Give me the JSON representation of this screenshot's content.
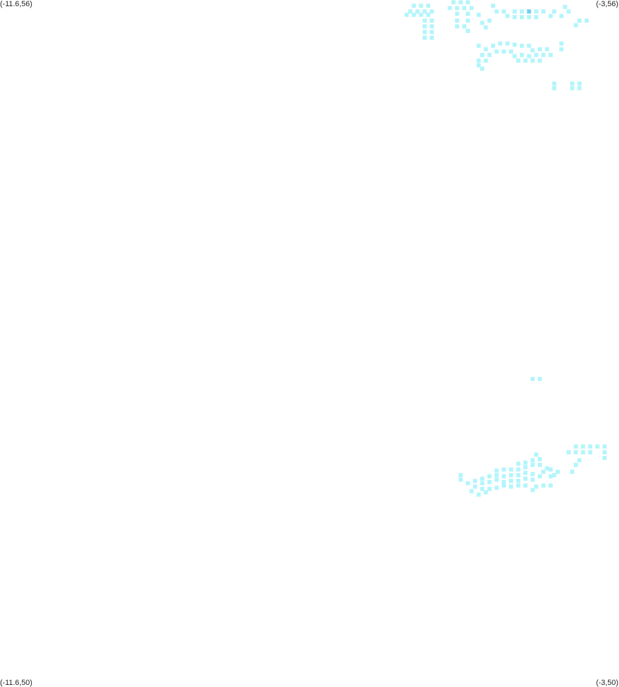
{
  "corners": {
    "top_left": "(-11.6,56)",
    "top_right": "(-3,56)",
    "bottom_left": "(-11.6,50)",
    "bottom_right": "(-3,50)"
  },
  "colors": {
    "cell": "#b3f5fb",
    "cell_highlight": "#6fd0ee",
    "background": "#ffffff"
  },
  "chart_data": {
    "type": "heatmap",
    "bounds": {
      "lon_min": -11.6,
      "lon_max": -3,
      "lat_min": 50,
      "lat_max": 56
    },
    "cell_size_deg": 0.05,
    "highlight": [
      [
        -4.25,
        55.9
      ]
    ],
    "points": [
      [
        -5.85,
        55.95
      ],
      [
        -5.75,
        55.95
      ],
      [
        -5.65,
        55.95
      ],
      [
        -5.9,
        55.9
      ],
      [
        -5.8,
        55.9
      ],
      [
        -5.7,
        55.9
      ],
      [
        -5.6,
        55.9
      ],
      [
        -5.95,
        55.87
      ],
      [
        -5.85,
        55.87
      ],
      [
        -5.75,
        55.87
      ],
      [
        -5.65,
        55.87
      ],
      [
        -5.7,
        55.82
      ],
      [
        -5.6,
        55.82
      ],
      [
        -5.7,
        55.77
      ],
      [
        -5.6,
        55.77
      ],
      [
        -5.7,
        55.72
      ],
      [
        -5.6,
        55.72
      ],
      [
        -5.7,
        55.67
      ],
      [
        -5.6,
        55.67
      ],
      [
        -5.3,
        55.98
      ],
      [
        -5.2,
        55.98
      ],
      [
        -5.1,
        55.98
      ],
      [
        -5.35,
        55.93
      ],
      [
        -5.25,
        55.93
      ],
      [
        -5.15,
        55.93
      ],
      [
        -5.05,
        55.93
      ],
      [
        -5.25,
        55.88
      ],
      [
        -5.1,
        55.88
      ],
      [
        -5.25,
        55.82
      ],
      [
        -5.1,
        55.82
      ],
      [
        -5.25,
        55.77
      ],
      [
        -5.15,
        55.77
      ],
      [
        -5.1,
        55.73
      ],
      [
        -4.95,
        55.87
      ],
      [
        -4.9,
        55.8
      ],
      [
        -4.8,
        55.82
      ],
      [
        -4.85,
        55.76
      ],
      [
        -4.75,
        55.95
      ],
      [
        -4.7,
        55.9
      ],
      [
        -4.6,
        55.9
      ],
      [
        -4.55,
        55.86
      ],
      [
        -4.45,
        55.9
      ],
      [
        -4.45,
        55.85
      ],
      [
        -4.35,
        55.9
      ],
      [
        -4.35,
        55.85
      ],
      [
        -4.25,
        55.85
      ],
      [
        -4.15,
        55.9
      ],
      [
        -4.15,
        55.85
      ],
      [
        -4.05,
        55.9
      ],
      [
        -3.95,
        55.86
      ],
      [
        -3.9,
        55.9
      ],
      [
        -3.8,
        55.86
      ],
      [
        -3.7,
        55.9
      ],
      [
        -3.75,
        55.94
      ],
      [
        -3.55,
        55.82
      ],
      [
        -3.45,
        55.82
      ],
      [
        -3.6,
        55.78
      ],
      [
        -3.8,
        55.62
      ],
      [
        -3.8,
        55.57
      ],
      [
        -4.95,
        55.6
      ],
      [
        -4.85,
        55.57
      ],
      [
        -4.75,
        55.6
      ],
      [
        -4.65,
        55.62
      ],
      [
        -4.55,
        55.62
      ],
      [
        -4.45,
        55.61
      ],
      [
        -4.35,
        55.6
      ],
      [
        -4.25,
        55.6
      ],
      [
        -4.2,
        55.56
      ],
      [
        -4.1,
        55.57
      ],
      [
        -4.0,
        55.57
      ],
      [
        -4.9,
        55.52
      ],
      [
        -4.8,
        55.52
      ],
      [
        -4.7,
        55.55
      ],
      [
        -4.6,
        55.55
      ],
      [
        -4.5,
        55.55
      ],
      [
        -4.45,
        55.51
      ],
      [
        -4.35,
        55.52
      ],
      [
        -4.25,
        55.51
      ],
      [
        -4.15,
        55.52
      ],
      [
        -4.05,
        55.52
      ],
      [
        -3.95,
        55.52
      ],
      [
        -4.4,
        55.47
      ],
      [
        -4.3,
        55.47
      ],
      [
        -4.2,
        55.47
      ],
      [
        -4.1,
        55.47
      ],
      [
        -4.95,
        55.47
      ],
      [
        -4.85,
        55.47
      ],
      [
        -4.95,
        55.43
      ],
      [
        -4.9,
        55.4
      ],
      [
        -3.9,
        55.27
      ],
      [
        -3.9,
        55.23
      ],
      [
        -3.65,
        55.27
      ],
      [
        -3.65,
        55.23
      ],
      [
        -3.55,
        55.27
      ],
      [
        -3.55,
        55.23
      ],
      [
        -4.2,
        52.69
      ],
      [
        -4.1,
        52.69
      ],
      [
        -3.6,
        52.1
      ],
      [
        -3.5,
        52.1
      ],
      [
        -3.4,
        52.1
      ],
      [
        -3.3,
        52.1
      ],
      [
        -3.2,
        52.1
      ],
      [
        -3.7,
        52.05
      ],
      [
        -3.6,
        52.05
      ],
      [
        -3.5,
        52.05
      ],
      [
        -3.4,
        52.05
      ],
      [
        -3.2,
        52.05
      ],
      [
        -3.2,
        52.0
      ],
      [
        -3.55,
        51.98
      ],
      [
        -3.6,
        51.94
      ],
      [
        -3.65,
        51.88
      ],
      [
        -4.15,
        52.03
      ],
      [
        -4.1,
        51.99
      ],
      [
        -4.2,
        51.98
      ],
      [
        -4.3,
        51.96
      ],
      [
        -4.4,
        51.95
      ],
      [
        -4.2,
        51.94
      ],
      [
        -4.3,
        51.92
      ],
      [
        -4.4,
        51.9
      ],
      [
        -4.5,
        51.9
      ],
      [
        -4.6,
        51.9
      ],
      [
        -4.7,
        51.89
      ],
      [
        -4.1,
        51.94
      ],
      [
        -4.05,
        51.88
      ],
      [
        -4.1,
        51.84
      ],
      [
        -4.0,
        51.91
      ],
      [
        -3.95,
        51.9
      ],
      [
        -3.9,
        51.85
      ],
      [
        -3.85,
        51.88
      ],
      [
        -3.95,
        51.84
      ],
      [
        -4.2,
        51.86
      ],
      [
        -4.3,
        51.87
      ],
      [
        -4.4,
        51.85
      ],
      [
        -4.5,
        51.85
      ],
      [
        -4.6,
        51.84
      ],
      [
        -4.7,
        51.85
      ],
      [
        -4.8,
        51.84
      ],
      [
        -4.9,
        51.82
      ],
      [
        -4.2,
        51.81
      ],
      [
        -4.3,
        51.82
      ],
      [
        -4.4,
        51.8
      ],
      [
        -4.5,
        51.8
      ],
      [
        -4.6,
        51.79
      ],
      [
        -4.7,
        51.81
      ],
      [
        -4.8,
        51.79
      ],
      [
        -4.9,
        51.78
      ],
      [
        -5.0,
        51.8
      ],
      [
        -5.1,
        51.78
      ],
      [
        -4.3,
        51.76
      ],
      [
        -4.4,
        51.76
      ],
      [
        -4.5,
        51.75
      ],
      [
        -4.6,
        51.76
      ],
      [
        -4.7,
        51.74
      ],
      [
        -4.8,
        51.73
      ],
      [
        -4.9,
        51.73
      ],
      [
        -5.0,
        51.75
      ],
      [
        -5.2,
        51.85
      ],
      [
        -5.2,
        51.81
      ],
      [
        -5.05,
        51.71
      ],
      [
        -4.95,
        51.68
      ],
      [
        -4.85,
        51.7
      ],
      [
        -4.15,
        51.75
      ],
      [
        -4.05,
        51.76
      ],
      [
        -3.95,
        51.76
      ],
      [
        -4.2,
        51.72
      ]
    ]
  }
}
